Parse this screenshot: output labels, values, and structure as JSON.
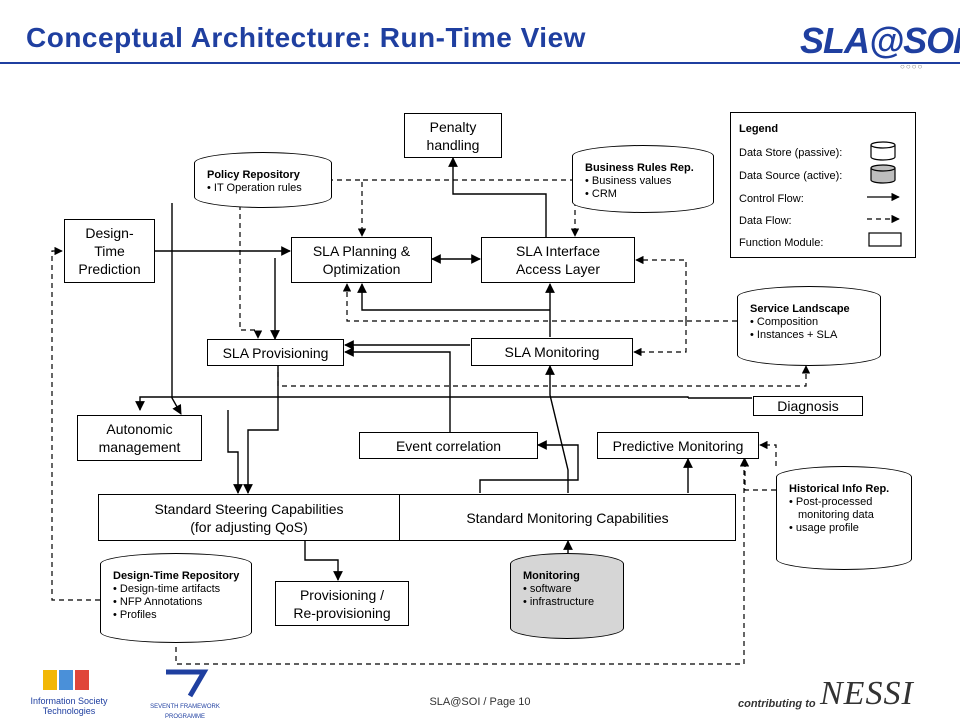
{
  "header": {
    "title": "Conceptual Architecture: Run-Time View",
    "logo": "SLA@SOI"
  },
  "boxes": {
    "penalty": "Penalty\nhandling",
    "design_time_prediction": "Design-\nTime\nPrediction",
    "sla_planning": "SLA Planning &\nOptimization",
    "sla_interface": "SLA Interface\nAccess Layer",
    "sla_provisioning": "SLA Provisioning",
    "sla_monitoring": "SLA Monitoring",
    "diagnosis": "Diagnosis",
    "autonomic": "Autonomic\nmanagement",
    "event_correlation": "Event correlation",
    "predictive_monitoring": "Predictive Monitoring",
    "steering": "Standard Steering Capabilities\n(for adjusting QoS)",
    "monitoring_caps": "Standard Monitoring Capabilities",
    "provisioning": "Provisioning /\nRe-provisioning"
  },
  "stores": {
    "policy": {
      "title": "Policy Repository",
      "items": [
        "IT Operation rules"
      ]
    },
    "business_rules": {
      "title": "Business Rules Rep.",
      "items": [
        "Business values",
        "CRM"
      ]
    },
    "service_landscape": {
      "title": "Service Landscape",
      "items": [
        "Composition",
        "Instances + SLA"
      ]
    },
    "historical": {
      "title": "Historical Info Rep.",
      "items": [
        "Post-processed",
        "monitoring data",
        "usage profile"
      ]
    },
    "design_time_repo": {
      "title": "Design-Time Repository",
      "items": [
        "Design-time artifacts",
        "NFP Annotations",
        "Profiles"
      ]
    },
    "monitoring": {
      "title": "Monitoring",
      "items": [
        "software",
        "infrastructure"
      ]
    }
  },
  "legend": {
    "title": "Legend",
    "data_store": "Data Store (passive):",
    "data_source": "Data Source (active):",
    "control_flow": "Control Flow:",
    "data_flow": "Data Flow:",
    "function_module": "Function Module:"
  },
  "footer": {
    "page": "SLA@SOI / Page 10",
    "info_society": "Information Society",
    "info_society_sub": "Technologies",
    "fp7": "SEVENTH FRAMEWORK",
    "fp7_sub": "PROGRAMME",
    "contributing": "contributing to",
    "nessi": "NESSI"
  },
  "colors": {
    "title": "#1f3fa0",
    "source_fill": "#d6d6d6"
  }
}
